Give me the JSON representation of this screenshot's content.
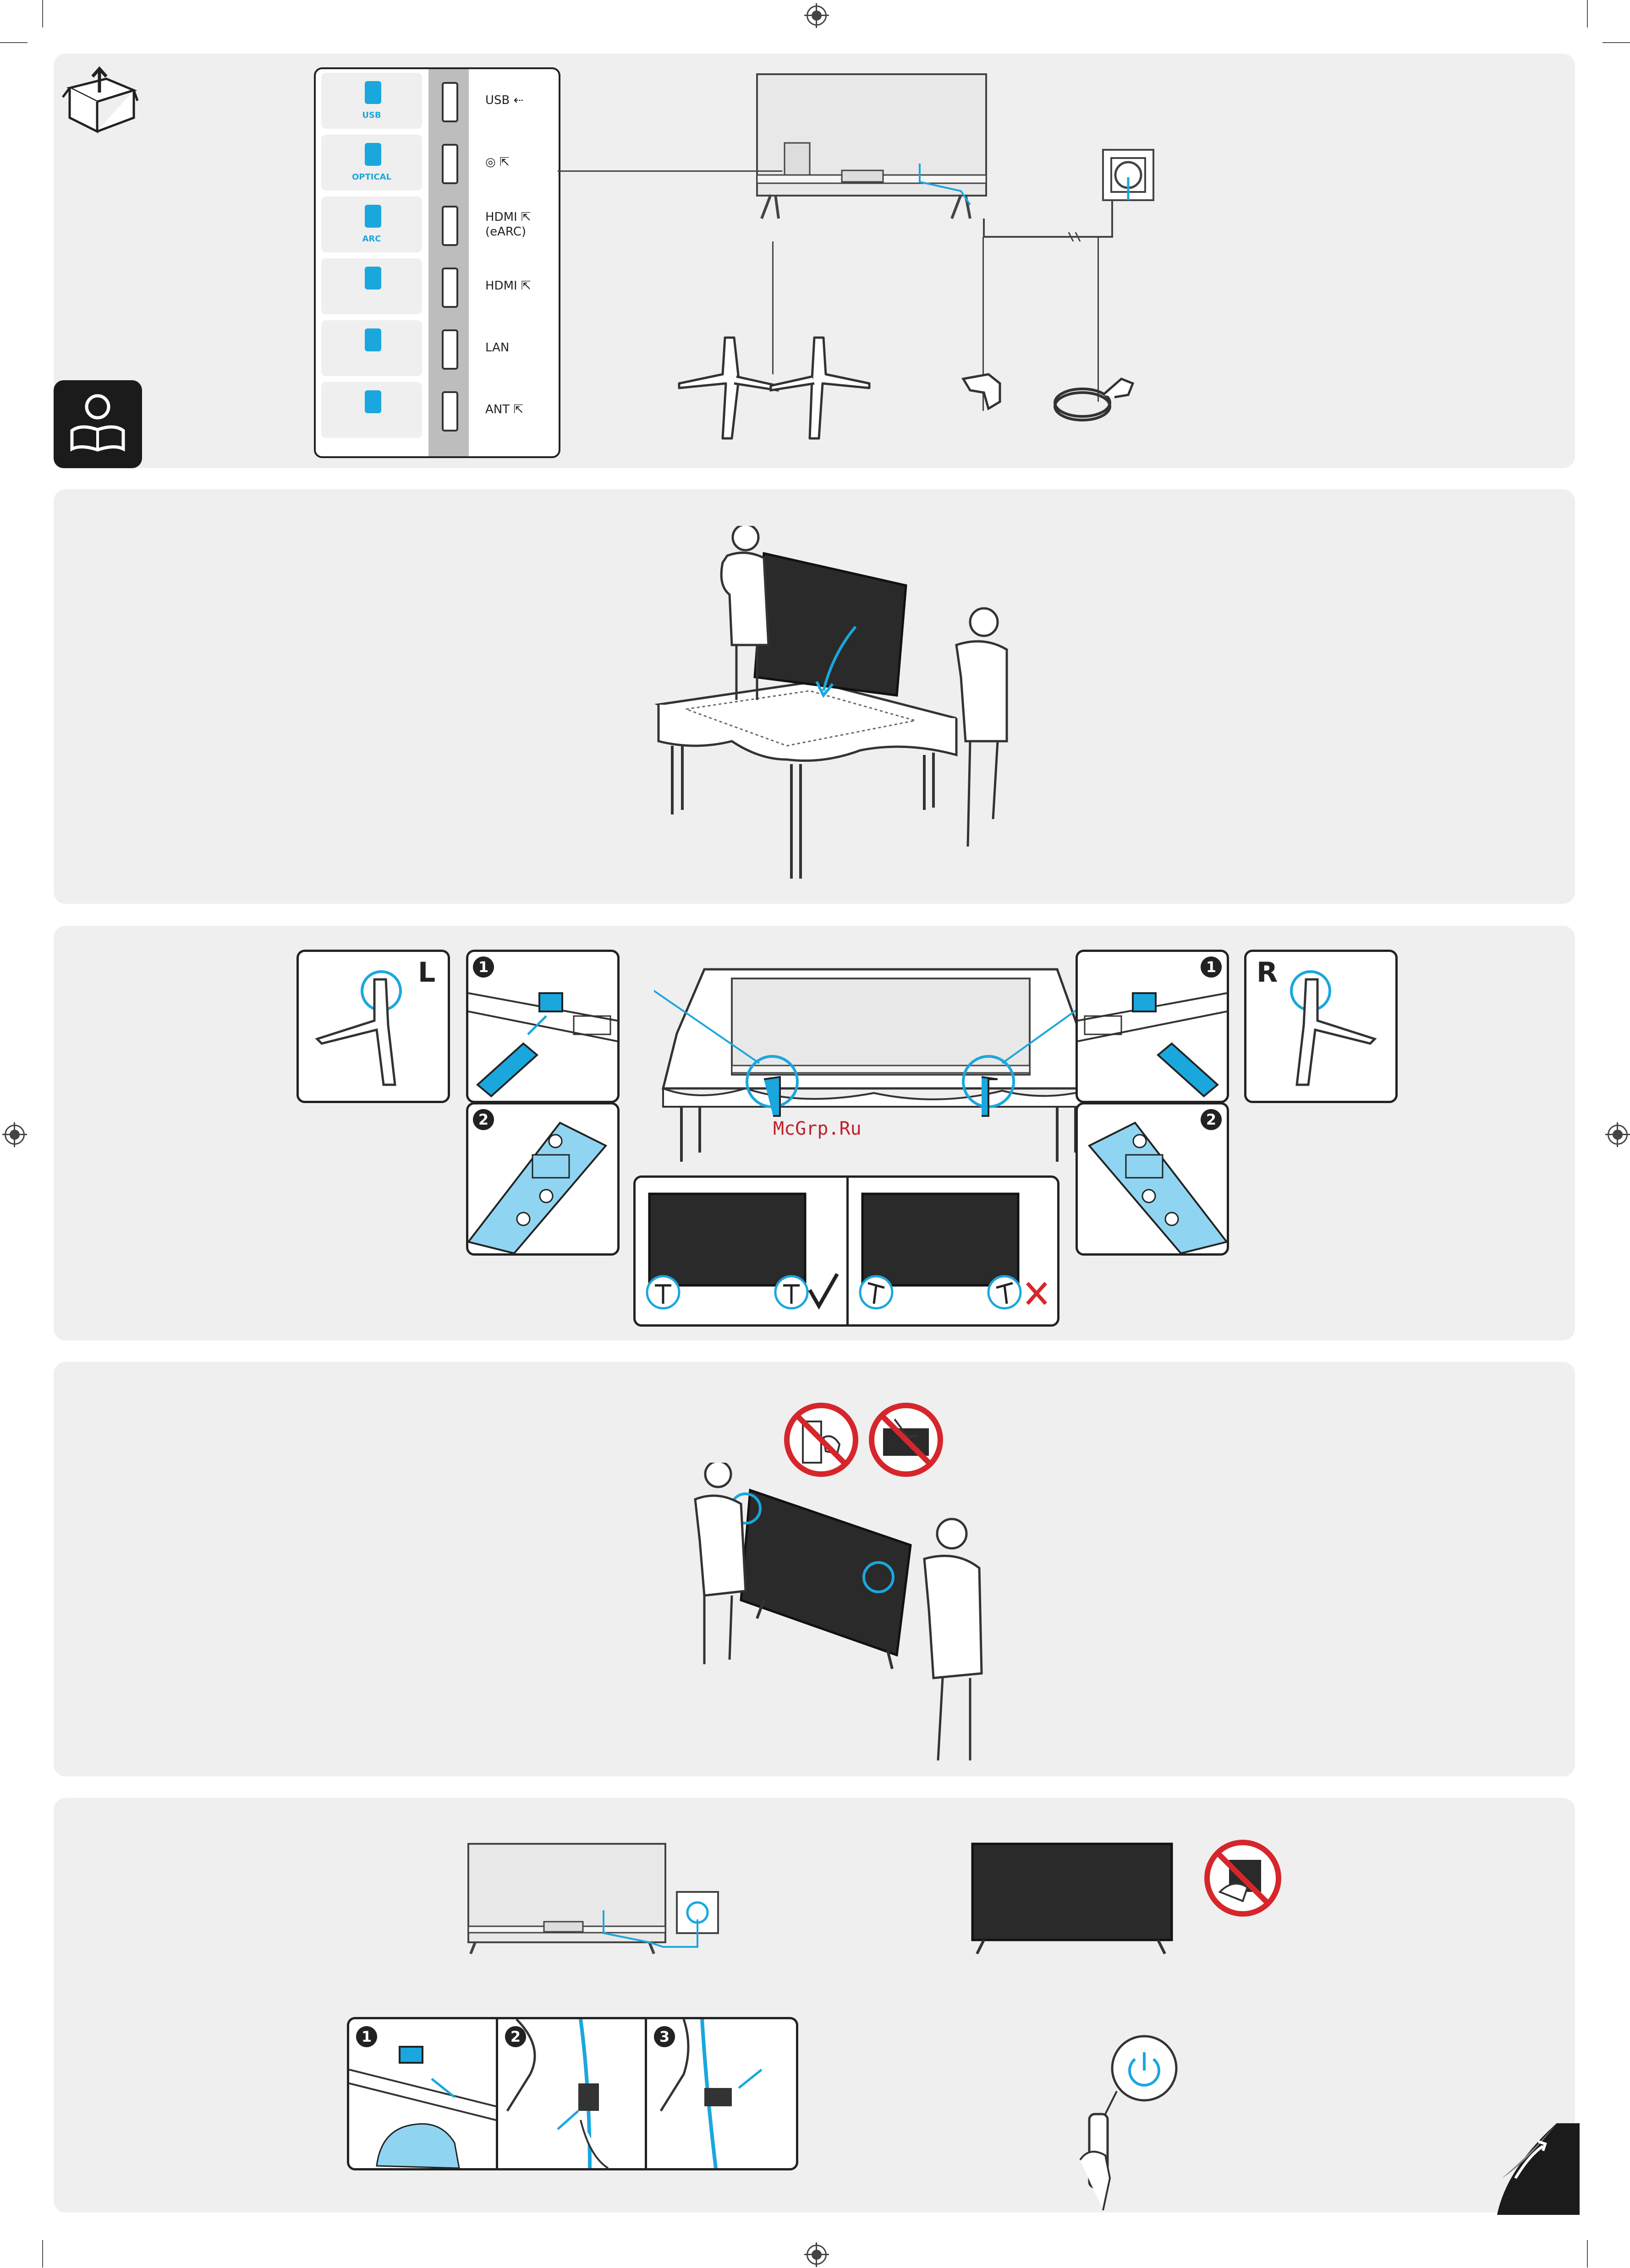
{
  "panel1": {
    "ports": [
      {
        "device_label": "USB",
        "port_label": "USB ⇠",
        "device_icon": "usb-stick-icon"
      },
      {
        "device_label": "OPTICAL",
        "port_label": "◎ ⇱",
        "device_icon": "speaker-icon"
      },
      {
        "device_label": "ARC",
        "port_label": "HDMI ⇱",
        "port_label_2": "(eARC)",
        "device_icon": "soundbar-icon"
      },
      {
        "device_label": "",
        "port_label": "HDMI ⇱",
        "device_icon": "set-top-box-icon"
      },
      {
        "device_label": "",
        "port_label": "LAN",
        "device_icon": "lan-plug-icon"
      },
      {
        "device_label": "",
        "port_label": "ANT ⇱",
        "device_icon": "antenna-icon"
      }
    ]
  },
  "panel3": {
    "left_label": "L",
    "right_label": "R",
    "step1": "1",
    "step2": "2",
    "watermark": "McGrp.Ru"
  },
  "panel5": {
    "step1": "1",
    "step2": "2",
    "step3": "3"
  },
  "colors": {
    "accent": "#1aa7dd",
    "panel_bg": "#efefef",
    "prohibit_red": "#d6262b",
    "watermark_red": "#c0202a"
  }
}
